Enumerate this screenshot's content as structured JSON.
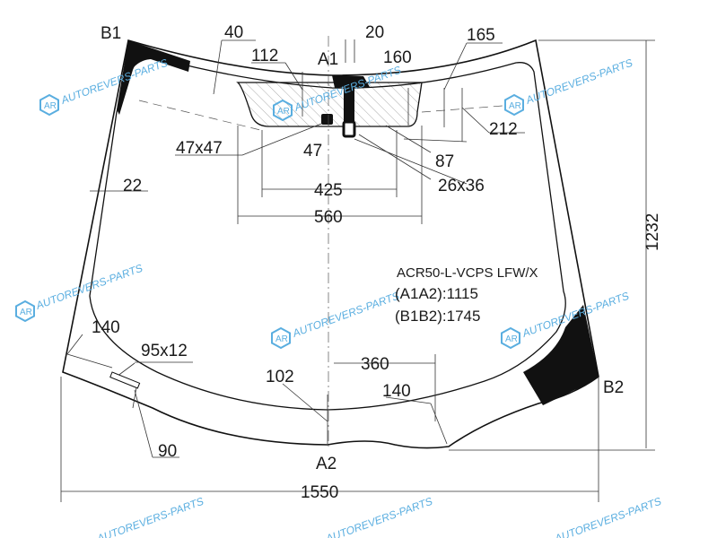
{
  "points": {
    "b1": "B1",
    "a1": "A1",
    "b2": "B2",
    "a2": "A2"
  },
  "dimensions": {
    "d40": "40",
    "d20": "20",
    "d165": "165",
    "d112": "112",
    "d160": "160",
    "d47x47": "47x47",
    "d47": "47",
    "d87": "87",
    "d212": "212",
    "d22": "22",
    "d425": "425",
    "d26x36": "26x36",
    "d560": "560",
    "d1232": "1232",
    "d140_left": "140",
    "d95x12": "95x12",
    "d360": "360",
    "d102": "102",
    "d140_bottom": "140",
    "d90": "90",
    "d1550": "1550"
  },
  "info": {
    "part_code": "ACR50-L-VCPS  LFW/X",
    "a1a2": "(A1A2):1115",
    "b1b2": "(B1B2):1745"
  },
  "watermark": {
    "text": "AUTOREVERS-PARTS",
    "logo": "AR",
    "color": "#5aaee0"
  }
}
